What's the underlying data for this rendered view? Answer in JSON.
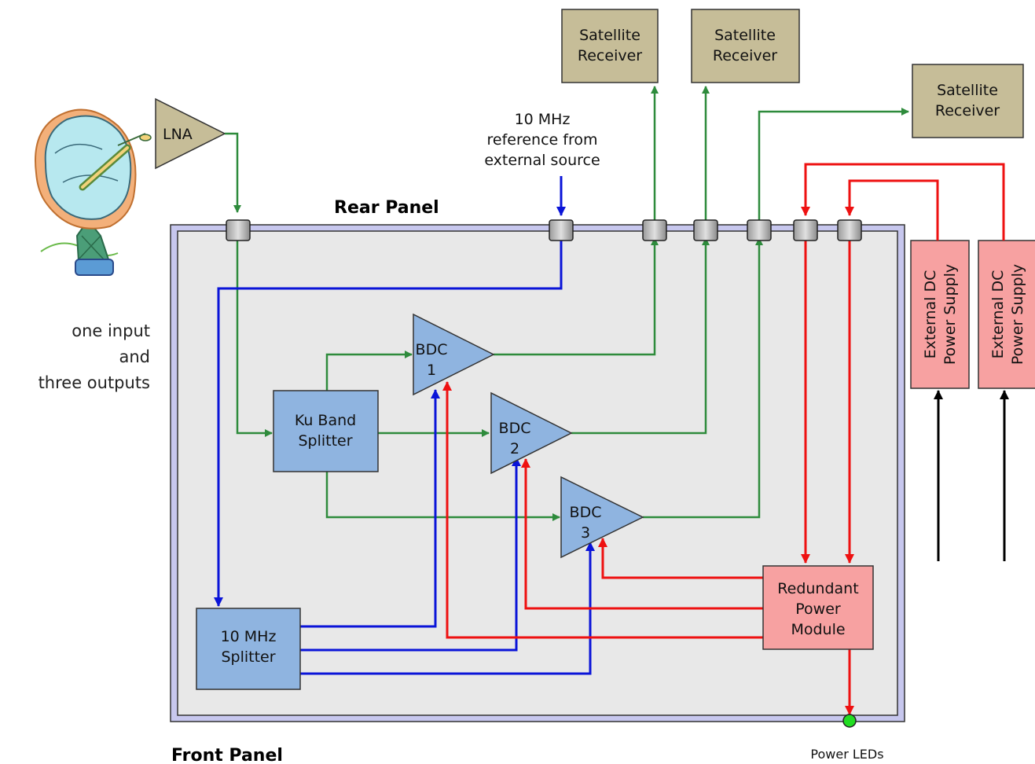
{
  "panels": {
    "rear_label": "Rear Panel",
    "front_label": "Front Panel"
  },
  "note": {
    "line1": "one input",
    "line2": "and",
    "line3": "three outputs"
  },
  "lna": {
    "label": "LNA"
  },
  "reference": {
    "line1": "10 MHz",
    "line2": "reference from",
    "line3": "external source"
  },
  "receivers": [
    {
      "line1": "Satellite",
      "line2": "Receiver"
    },
    {
      "line1": "Satellite",
      "line2": "Receiver"
    },
    {
      "line1": "Satellite",
      "line2": "Receiver"
    }
  ],
  "power_supplies": [
    {
      "line1": "External DC",
      "line2": "Power Supply"
    },
    {
      "line1": "External DC",
      "line2": "Power Supply"
    }
  ],
  "ku_splitter": {
    "line1": "Ku Band",
    "line2": "Splitter"
  },
  "ref_splitter": {
    "line1": "10 MHz",
    "line2": "Splitter"
  },
  "bdcs": [
    {
      "line1": "BDC",
      "line2": "1"
    },
    {
      "line1": "BDC",
      "line2": "2"
    },
    {
      "line1": "BDC",
      "line2": "3"
    }
  ],
  "power_module": {
    "line1": "Redundant",
    "line2": "Power",
    "line3": "Module"
  },
  "leds": {
    "label": "Power LEDs"
  },
  "colors": {
    "rf_signal": "#2e8b3c",
    "reference_signal": "#0a14d8",
    "power": "#ee1111",
    "dc_input": "#000000",
    "block_fill": "#8fb4e0",
    "receiver_fill": "#c6bd98",
    "power_fill": "#f7a1a1",
    "led": "#22dd22"
  }
}
